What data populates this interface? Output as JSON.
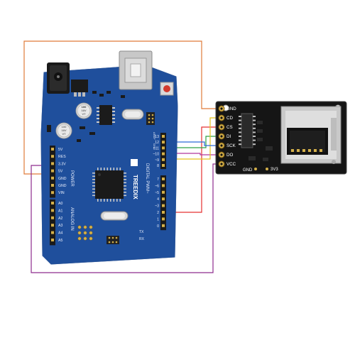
{
  "colors": {
    "arduino_pcb": "#1f4f9c",
    "module_pcb": "#151515",
    "wire_orange": "#e07b39",
    "wire_red": "#e53030",
    "wire_purple": "#8e2c8e",
    "wire_green": "#2ea043",
    "wire_yellow": "#e6c21a",
    "wire_blue": "#2c6ad6"
  },
  "arduino": {
    "brand": "TREEDIX",
    "labels": {
      "power": "POWER",
      "analog_in": "ANALOG IN",
      "digital_pwm": "DIGITAL PWM~",
      "tx": "TX",
      "rx": "RX",
      "aref": "AREF",
      "gnd": "GND"
    },
    "power_pins": [
      "5V",
      "RES",
      "3.3V",
      "5V",
      "GND",
      "GND",
      "VIN"
    ],
    "analog_pins": [
      "A0",
      "A1",
      "A2",
      "A3",
      "A4",
      "A5"
    ],
    "digital_pins_upper": [
      "13",
      "12",
      "~11",
      "~10",
      "~9",
      "8"
    ],
    "digital_pins_lower": [
      "7",
      "~6",
      "~5",
      "4",
      "~3",
      "2",
      "1",
      "0"
    ],
    "cap_labels": [
      "100",
      "16V",
      "VT"
    ]
  },
  "sd_module": {
    "pins": [
      "GND",
      "CD",
      "CS",
      "DI",
      "SCK",
      "DO",
      "VCC"
    ],
    "bottom_labels": [
      "GND",
      "3V3"
    ]
  }
}
